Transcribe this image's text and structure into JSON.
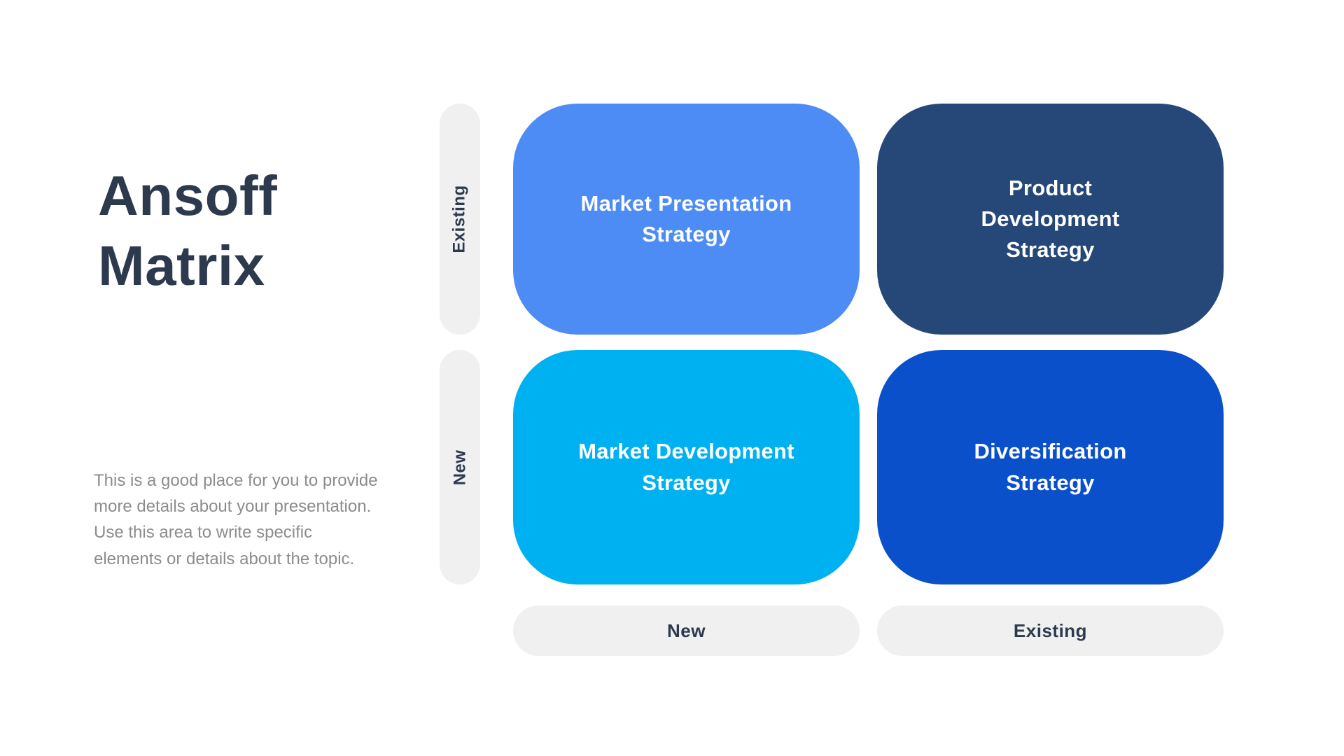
{
  "slide": {
    "title": "Ansoff Matrix",
    "description": "This is a good place for you to provide more details about your presentation. Use this area to write specific elements or details about the topic."
  },
  "matrix": {
    "row_labels": [
      {
        "label": "Existing"
      },
      {
        "label": "New"
      }
    ],
    "column_labels": [
      {
        "label": "New"
      },
      {
        "label": "Existing"
      }
    ],
    "quadrants": [
      {
        "label": "Market Presentation Strategy",
        "color": "#4D8BF5"
      },
      {
        "label": "Product Development Strategy",
        "color": "#254878"
      },
      {
        "label": "Market Development Strategy",
        "color": "#00B1F2"
      },
      {
        "label": "Diversification Strategy",
        "color": "#0A50CB"
      }
    ]
  },
  "colors": {
    "background": "#FFFFFF",
    "title_text": "#2D3A4E",
    "body_text": "#8C8C8C",
    "label_pill_bg": "#F0F0F1",
    "label_pill_text": "#2D3A4E",
    "quadrant_text": "#FFFFFF"
  }
}
